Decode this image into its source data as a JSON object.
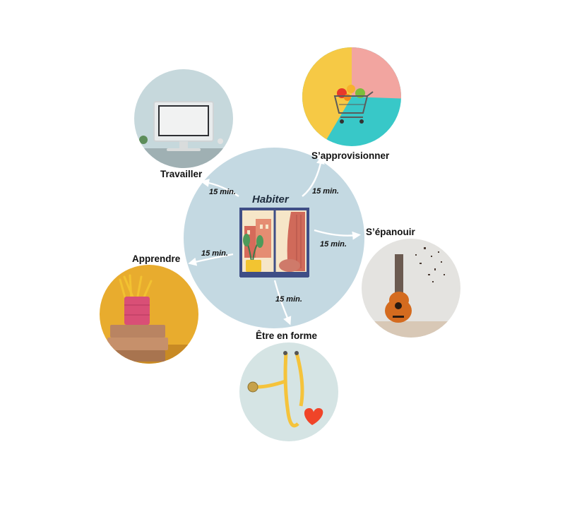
{
  "center": {
    "title": "Habiter"
  },
  "nodes": [
    {
      "id": "travailler",
      "label": "Travailler",
      "duration": "15 min."
    },
    {
      "id": "approvisionner",
      "label": "S’approvisionner",
      "duration": "15 min."
    },
    {
      "id": "epanouir",
      "label": "S’épanouir",
      "duration": "15 min."
    },
    {
      "id": "forme",
      "label": "Être en forme",
      "duration": "15 min."
    },
    {
      "id": "apprendre",
      "label": "Apprendre",
      "duration": "15 min."
    }
  ],
  "colors": {
    "hub": "#c4d9e2",
    "window_frame": "#3f4e86",
    "arrow": "#ffffff",
    "computer_bg": "#c6d8dc",
    "shopping_yellow": "#f6c945",
    "shopping_pink": "#f2a5a0",
    "shopping_teal": "#38c8c8",
    "learning_bg": "#e8ac2e",
    "music_bg": "#e4e3e0",
    "health_bg": "#d5e4e4",
    "heart": "#f04428"
  },
  "icons": [
    "computer-icon",
    "shopping-cart-icon",
    "guitar-icon",
    "stethoscope-icon",
    "pencil-cup-icon",
    "window-icon"
  ]
}
